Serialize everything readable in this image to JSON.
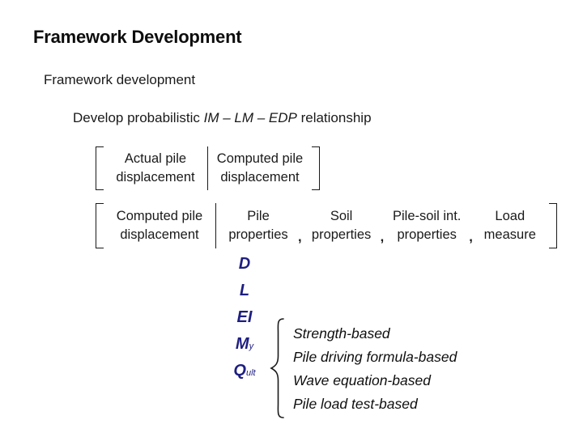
{
  "slide": {
    "title": "Framework Development",
    "subtitle": "Framework development",
    "develop_line": {
      "prefix": "Develop probabilistic ",
      "italic": "IM – LM – EDP",
      "suffix": " relationship"
    }
  },
  "bracket1": {
    "left_top": "Actual pile",
    "left_bottom": "displacement",
    "right_top": "Computed pile",
    "right_bottom": "displacement"
  },
  "bracket2": {
    "left_top": "Computed pile",
    "left_bottom": "displacement",
    "terms": [
      {
        "top": "Pile",
        "bottom": "properties"
      },
      {
        "top": "Soil",
        "bottom": "properties"
      },
      {
        "top": "Pile-soil int.",
        "bottom": "properties"
      },
      {
        "top": "Load",
        "bottom": "measure"
      }
    ],
    "comma": ","
  },
  "variables": [
    {
      "main": "D",
      "sub": ""
    },
    {
      "main": "L",
      "sub": ""
    },
    {
      "main": "EI",
      "sub": ""
    },
    {
      "main": "M",
      "sub": "y"
    },
    {
      "main": "Q",
      "sub": "ult"
    }
  ],
  "methods": [
    "Strength-based",
    "Pile driving formula-based",
    "Wave equation-based",
    "Pile load test-based"
  ],
  "colors": {
    "variable_blue": "#1e1e82",
    "text_black": "#1a1a1a"
  }
}
